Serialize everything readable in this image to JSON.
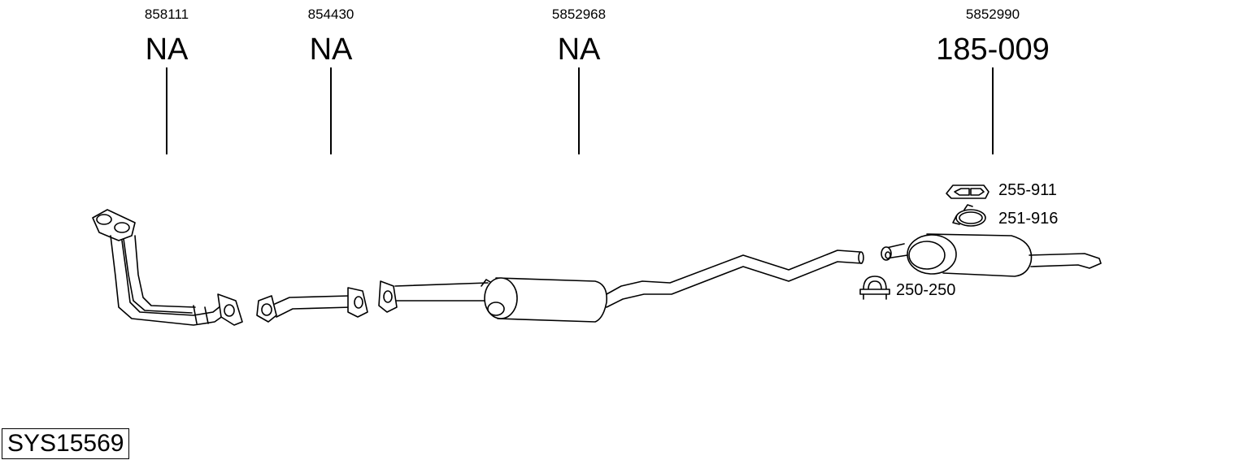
{
  "parts": [
    {
      "oe_number": "858111",
      "part_number": "NA"
    },
    {
      "oe_number": "854430",
      "part_number": "NA"
    },
    {
      "oe_number": "5852968",
      "part_number": "NA"
    },
    {
      "oe_number": "5852990",
      "part_number": "185-009"
    }
  ],
  "accessories": [
    {
      "number": "255-911",
      "icon": "rubber-hanger-icon"
    },
    {
      "number": "251-916",
      "icon": "clamp-icon"
    },
    {
      "number": "250-250",
      "icon": "u-bolt-clamp-icon"
    }
  ],
  "system_code": "SYS15569"
}
